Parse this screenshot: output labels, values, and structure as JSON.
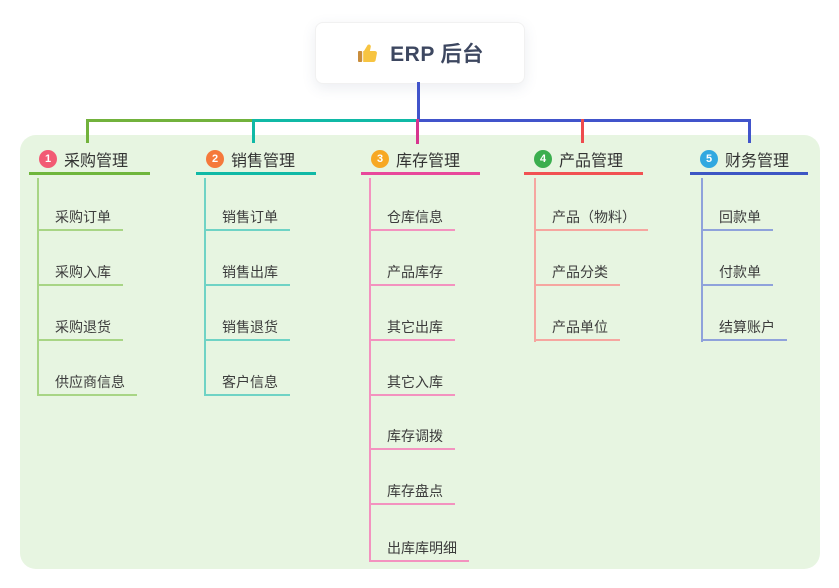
{
  "root": {
    "icon": "thumbs-up-icon",
    "label": "ERP 后台"
  },
  "panel_bg": "#E7F5E1",
  "connectors": {
    "root_stem": "#4154CB",
    "segment_1": "#72B23C",
    "segment_2": "#10B9A6",
    "segment_3": "#4154CB",
    "drop_1": "#72B23C",
    "drop_2": "#10B9A6",
    "drop_3": "#D7358F",
    "drop_4": "#EE4B4E",
    "drop_5": "#4154CB"
  },
  "branches": [
    {
      "index": "1",
      "label": "采购管理",
      "badge_color": "#F25A74",
      "line_color": "#6FB63C",
      "child_line_color": "#A8D585",
      "children": [
        {
          "label": "采购订单"
        },
        {
          "label": "采购入库"
        },
        {
          "label": "采购退货"
        },
        {
          "label": "供应商信息"
        }
      ]
    },
    {
      "index": "2",
      "label": "销售管理",
      "badge_color": "#F5793B",
      "line_color": "#10B9A6",
      "child_line_color": "#6FD3C5",
      "children": [
        {
          "label": "销售订单"
        },
        {
          "label": "销售出库"
        },
        {
          "label": "销售退货"
        },
        {
          "label": "客户信息"
        }
      ]
    },
    {
      "index": "3",
      "label": "库存管理",
      "badge_color": "#F7A823",
      "line_color": "#E8489B",
      "child_line_color": "#F392BF",
      "children": [
        {
          "label": "仓库信息"
        },
        {
          "label": "产品库存"
        },
        {
          "label": "其它出库"
        },
        {
          "label": "其它入库"
        },
        {
          "label": "库存调拨"
        },
        {
          "label": "库存盘点"
        },
        {
          "label": "出库库明细"
        }
      ]
    },
    {
      "index": "4",
      "label": "产品管理",
      "badge_color": "#3BAE4E",
      "line_color": "#F15152",
      "child_line_color": "#F6A6A0",
      "children": [
        {
          "label": "产品（物料）"
        },
        {
          "label": "产品分类"
        },
        {
          "label": "产品单位"
        }
      ]
    },
    {
      "index": "5",
      "label": "财务管理",
      "badge_color": "#31A8E0",
      "line_color": "#3D56C4",
      "child_line_color": "#8FA2DB",
      "children": [
        {
          "label": "回款单"
        },
        {
          "label": "付款单"
        },
        {
          "label": "结算账户"
        }
      ]
    }
  ]
}
